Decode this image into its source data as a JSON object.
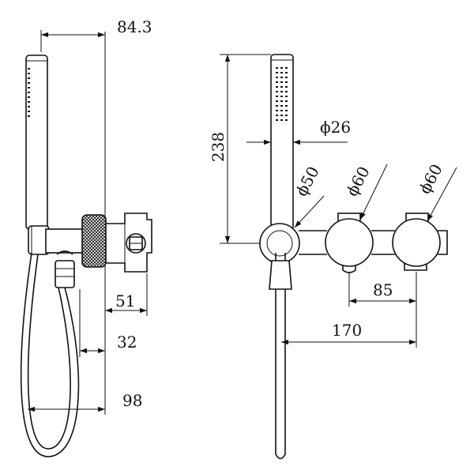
{
  "dimensions": {
    "projection": "84.3",
    "mixer_depth": "51",
    "bracket_depth": "32",
    "hose_depth": "98",
    "handset_height": "238",
    "handset_diameter": "ϕ26",
    "outlet_diameter": "ϕ50",
    "control_diameter_left": "ϕ60",
    "control_diameter_right": "ϕ60",
    "control_centres": "85",
    "total_width": "170"
  }
}
